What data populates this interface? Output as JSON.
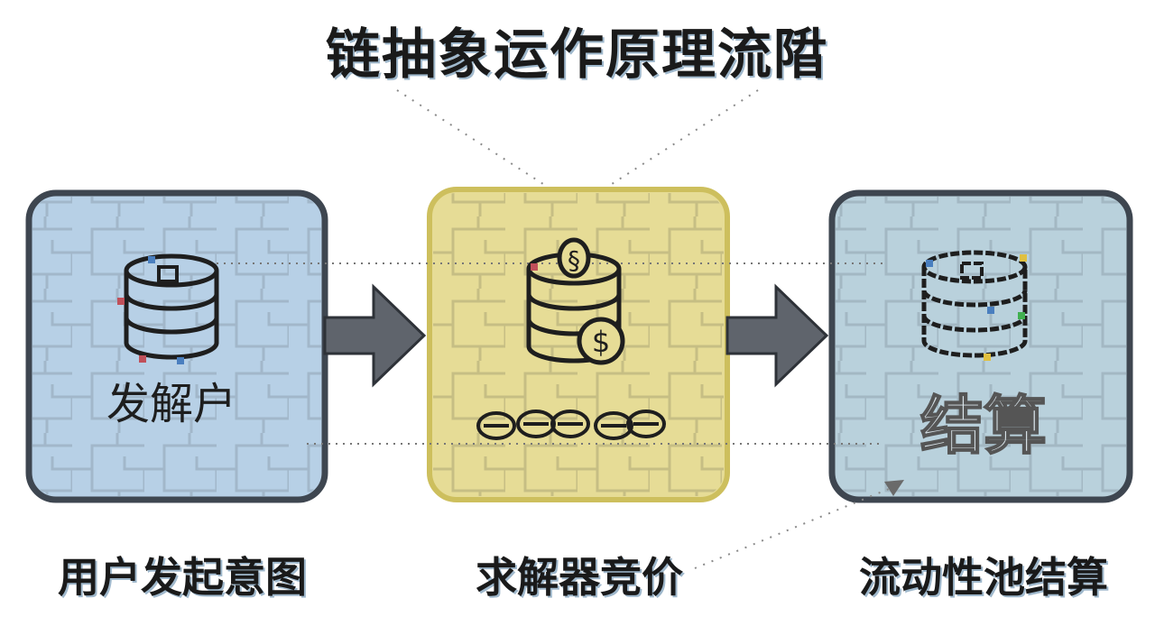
{
  "title": "链抽象运作原理流陹",
  "steps": [
    {
      "caption": "用户发起意图",
      "panel_label": "发解户",
      "color": "#b7d0e6"
    },
    {
      "caption": "求解器竞价",
      "panel_label": "",
      "color": "#e6dc96"
    },
    {
      "caption": "流动性池结算",
      "panel_label": "结算",
      "color": "#b9d1dc"
    }
  ],
  "icons": [
    "database-icon",
    "database-coin-icon",
    "coin-row-icon",
    "database-icon"
  ],
  "colors": {
    "arrow": "#5f646c",
    "border": "#3e4650",
    "dotted": "#8a8a8a"
  }
}
